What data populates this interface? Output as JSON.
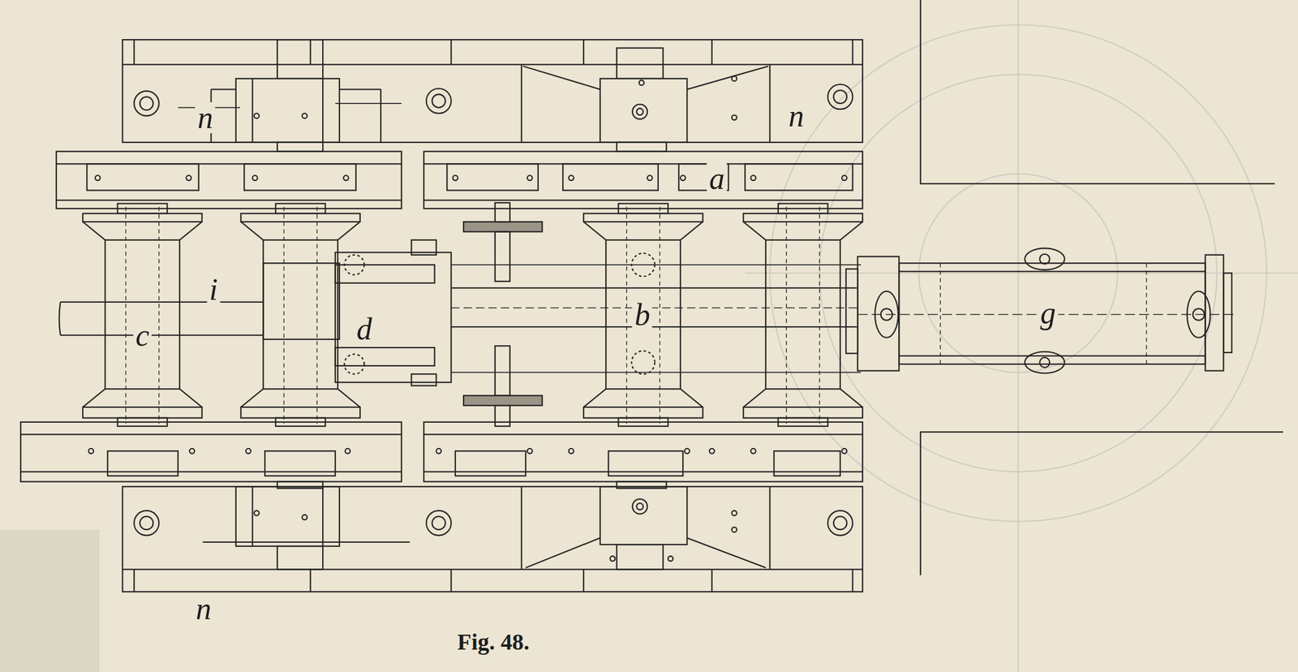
{
  "diagram": {
    "caption": "Fig. 48.",
    "labels": [
      "n",
      "n",
      "a",
      "i",
      "c",
      "d",
      "b",
      "g",
      "n"
    ]
  }
}
